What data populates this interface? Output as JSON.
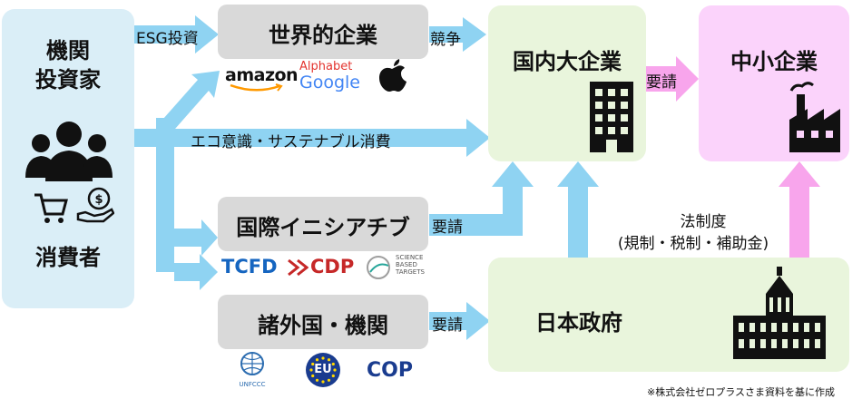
{
  "investor": {
    "line1": "機関",
    "line2": "投資家",
    "line3": "消費者"
  },
  "global": {
    "title": "世界的企業",
    "logos": {
      "amazon": "amazon",
      "alphabet_1": "Alphabet",
      "alphabet_2": "Google"
    }
  },
  "initiative": {
    "title": "国際イニシアチブ",
    "logos": {
      "tcfd": "TCFD",
      "cdp": "CDP",
      "sbt_1": "SCIENCE",
      "sbt_2": "BASED",
      "sbt_3": "TARGETS"
    }
  },
  "foreign": {
    "title": "諸外国・機関",
    "logos": {
      "unfccc": "UNFCCC",
      "eu": "EU",
      "cop": "COP"
    }
  },
  "domestic": {
    "title": "国内大企業"
  },
  "sme": {
    "title": "中小企業"
  },
  "government": {
    "title": "日本政府"
  },
  "labels": {
    "esg": "ESG投資",
    "competition": "競争",
    "request_sme": "要請",
    "eco": "エコ意識・サステナブル消費",
    "request_initiative": "要請",
    "request_foreign": "要請",
    "law_1": "法制度",
    "law_2": "(規制・税制・補助金)"
  },
  "footnote": "※株式会社ゼロプラスさま資料を基に作成",
  "colors": {
    "blue_arrow": "#8fd3f2",
    "pink_arrow": "#f8a5ec"
  }
}
